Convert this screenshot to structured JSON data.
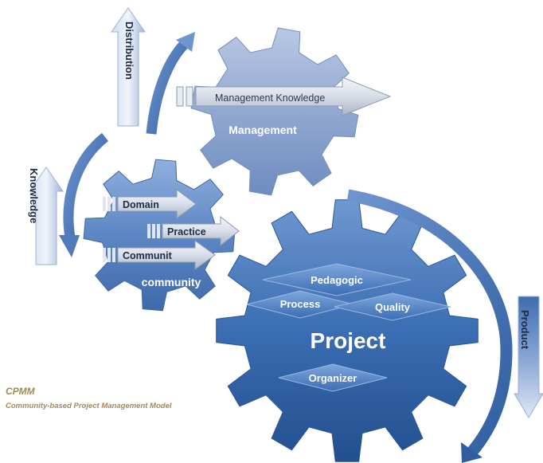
{
  "diagram": {
    "gears": {
      "management": {
        "label": "Management"
      },
      "community": {
        "label": "community"
      },
      "project": {
        "label": "Project"
      }
    },
    "arrows": {
      "management_knowledge": "Management Knowledge",
      "domain": "Domain",
      "practice": "Practice",
      "community": "Communit"
    },
    "diamonds": {
      "pedagogic": "Pedagogic",
      "process": "Process",
      "quality": "Quality",
      "organizer": "Organizer"
    },
    "side_arrows": {
      "distribution": "Distribution",
      "knowledge": "Knowledge",
      "product": "Product"
    }
  },
  "caption": {
    "title": "CPMM",
    "subtitle": "Community-based Project Management Model"
  },
  "colors": {
    "gear_light": "#8ea5cf",
    "gear_mid": "#5d86c4",
    "gear_dark": "#2c5c9f",
    "arrow_blue": "#4d79b8",
    "caption": "#a28a55"
  }
}
